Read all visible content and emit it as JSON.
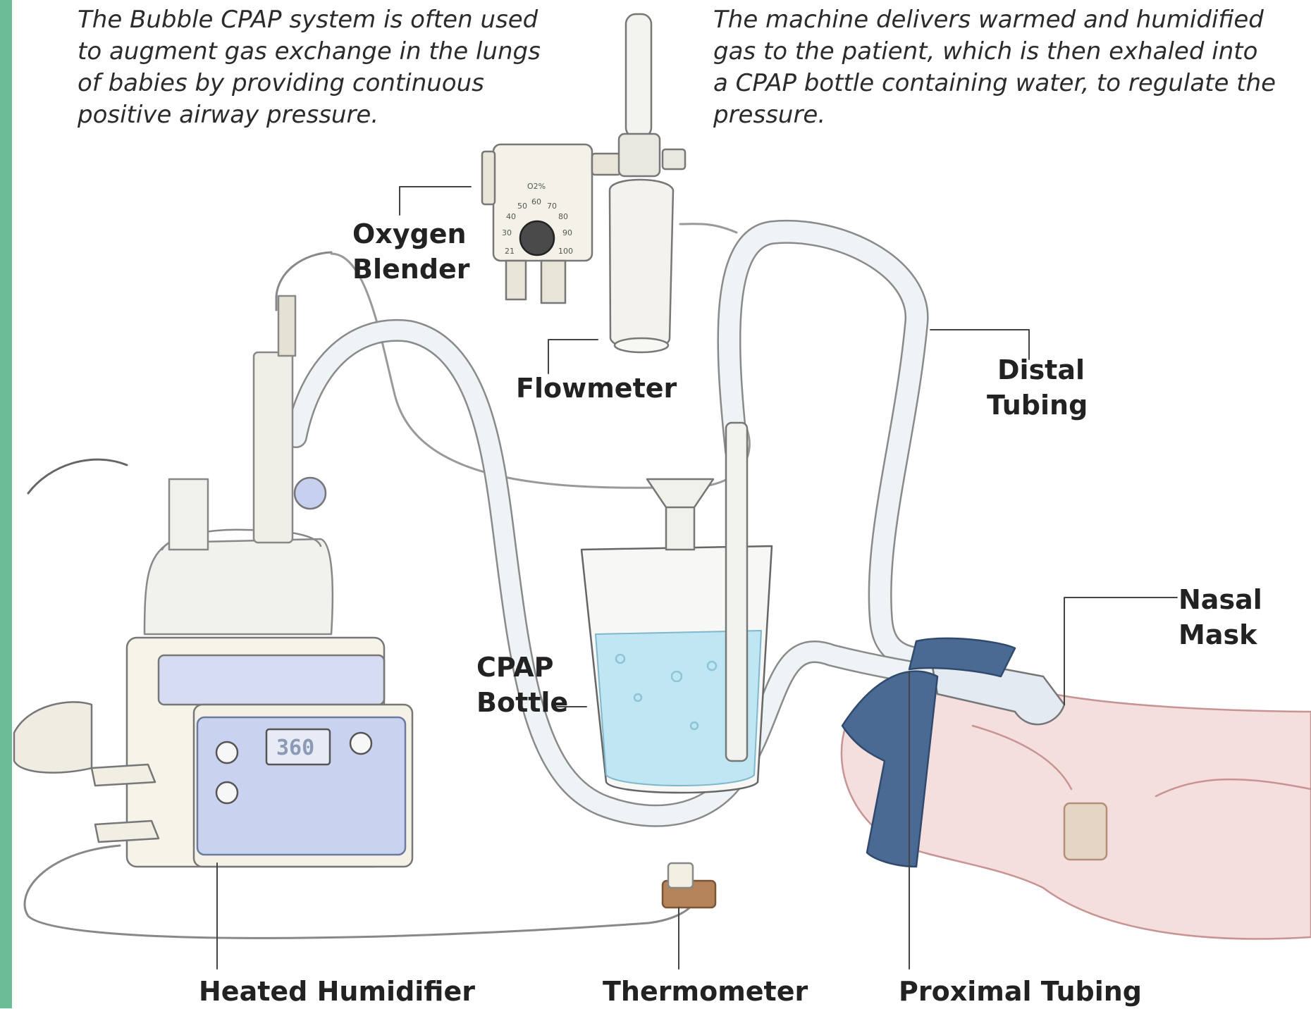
{
  "intro": {
    "left": "The Bubble CPAP system is often used to augment gas exchange in the lungs of babies by providing continuous positive airway pressure.",
    "right": "The machine delivers warmed and humidified gas to the patient, which is then exhaled into a CPAP bottle containing water, to regulate the pressure."
  },
  "labels": {
    "oxygen_blender": [
      "Oxygen",
      "Blender"
    ],
    "flowmeter": "Flowmeter",
    "distal_tubing": [
      "Distal",
      "Tubing"
    ],
    "nasal_mask": [
      "Nasal",
      "Mask"
    ],
    "cpap_bottle": [
      "CPAP",
      "Bottle"
    ],
    "heated_humidifier": "Heated Humidifier",
    "thermometer": "Thermometer",
    "proximal_tubing": "Proximal Tubing"
  },
  "device": {
    "heater_display": "360",
    "blender_dial_unit": "O2%",
    "blender_dial_marks": [
      "21",
      "30",
      "40",
      "50",
      "60",
      "70",
      "80",
      "90",
      "100"
    ]
  },
  "colors": {
    "accent_bar": "#6bbd97",
    "water": "#bfe6f2",
    "heater_panel": "#c9d3ef",
    "mask_strap": "#4a6a93",
    "infant_skin": "#f5dede",
    "thermometer_band": "#b5835a"
  }
}
